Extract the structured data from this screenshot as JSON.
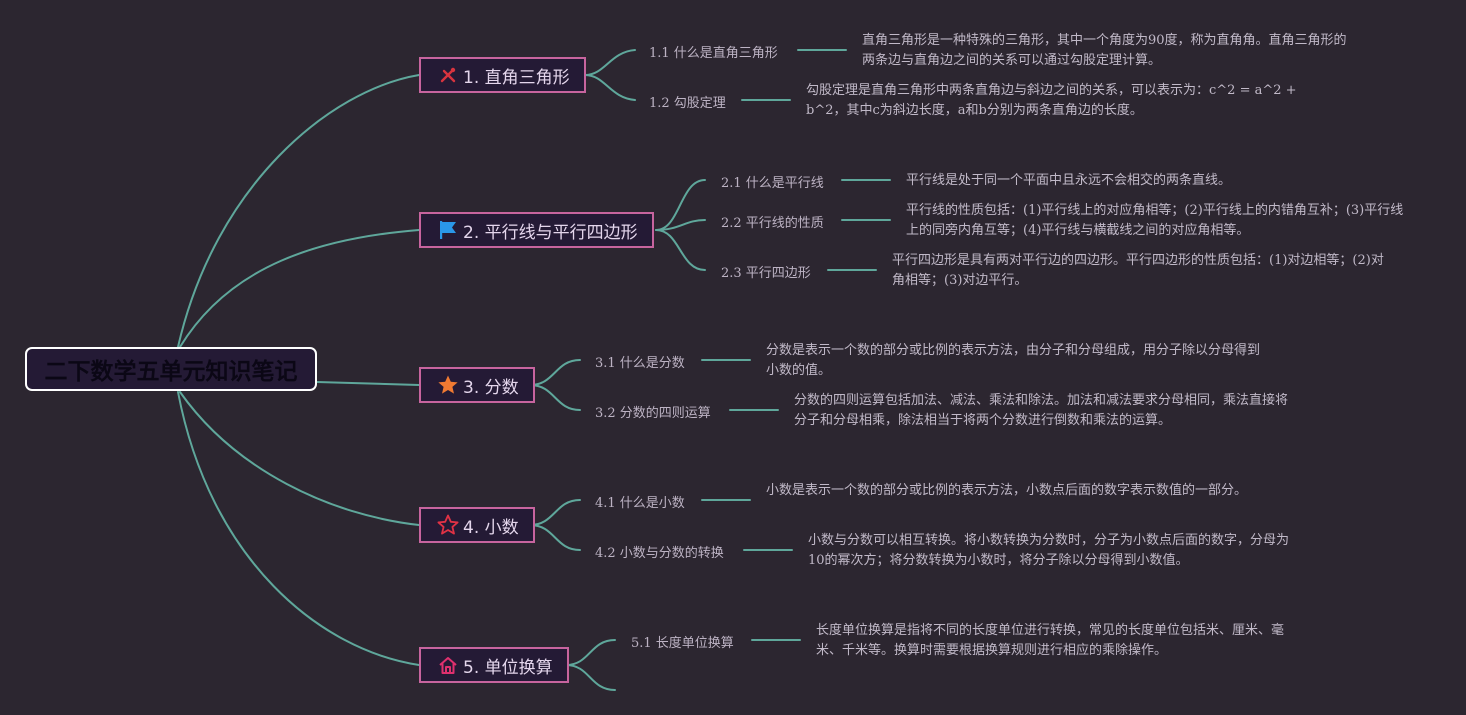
{
  "root": {
    "title": "二下数学五单元知识笔记"
  },
  "colors": {
    "background": "#2c2630",
    "link": "#5fa79b",
    "topic_border": "#c7649e",
    "topic_fill": "#241a35",
    "root_border": "#ffffff"
  },
  "topics": [
    {
      "label": "1. 直角三角形",
      "icon": "tools-icon",
      "subs": [
        {
          "label": "1.1 什么是直角三角形",
          "desc": "直角三角形是一种特殊的三角形，其中一个角度为90度，称为直角角。直角三角形的两条边与直角边之间的关系可以通过勾股定理计算。"
        },
        {
          "label": "1.2 勾股定理",
          "desc": "勾股定理是直角三角形中两条直角边与斜边之间的关系，可以表示为：c^2 = a^2 + b^2，其中c为斜边长度，a和b分别为两条直角边的长度。"
        }
      ]
    },
    {
      "label": "2. 平行线与平行四边形",
      "icon": "blue-flag-icon",
      "subs": [
        {
          "label": "2.1 什么是平行线",
          "desc": "平行线是处于同一个平面中且永远不会相交的两条直线。"
        },
        {
          "label": "2.2 平行线的性质",
          "desc": "平行线的性质包括：(1)平行线上的对应角相等；(2)平行线上的内错角互补；(3)平行线上的同旁内角互等；(4)平行线与横截线之间的对应角相等。"
        },
        {
          "label": "2.3 平行四边形",
          "desc": "平行四边形是具有两对平行边的四边形。平行四边形的性质包括：(1)对边相等；(2)对角相等；(3)对边平行。"
        }
      ]
    },
    {
      "label": "3. 分数",
      "icon": "orange-star-icon",
      "subs": [
        {
          "label": "3.1 什么是分数",
          "desc": "分数是表示一个数的部分或比例的表示方法，由分子和分母组成，用分子除以分母得到小数的值。"
        },
        {
          "label": "3.2 分数的四则运算",
          "desc": "分数的四则运算包括加法、减法、乘法和除法。加法和减法要求分母相同，乘法直接将分子和分母相乘，除法相当于将两个分数进行倒数和乘法的运算。"
        }
      ]
    },
    {
      "label": "4. 小数",
      "icon": "red-star-outline-icon",
      "subs": [
        {
          "label": "4.1 什么是小数",
          "desc": "小数是表示一个数的部分或比例的表示方法，小数点后面的数字表示数值的一部分。"
        },
        {
          "label": "4.2 小数与分数的转换",
          "desc": "小数与分数可以相互转换。将小数转换为分数时，分子为小数点后面的数字，分母为10的幂次方；将分数转换为小数时，将分子除以分母得到小数值。"
        }
      ]
    },
    {
      "label": "5. 单位换算",
      "icon": "house-icon",
      "subs": [
        {
          "label": "5.1 长度单位换算",
          "desc": "长度单位换算是指将不同的长度单位进行转换，常见的长度单位包括米、厘米、毫米、千米等。换算时需要根据换算规则进行相应的乘除操作。"
        }
      ]
    }
  ]
}
